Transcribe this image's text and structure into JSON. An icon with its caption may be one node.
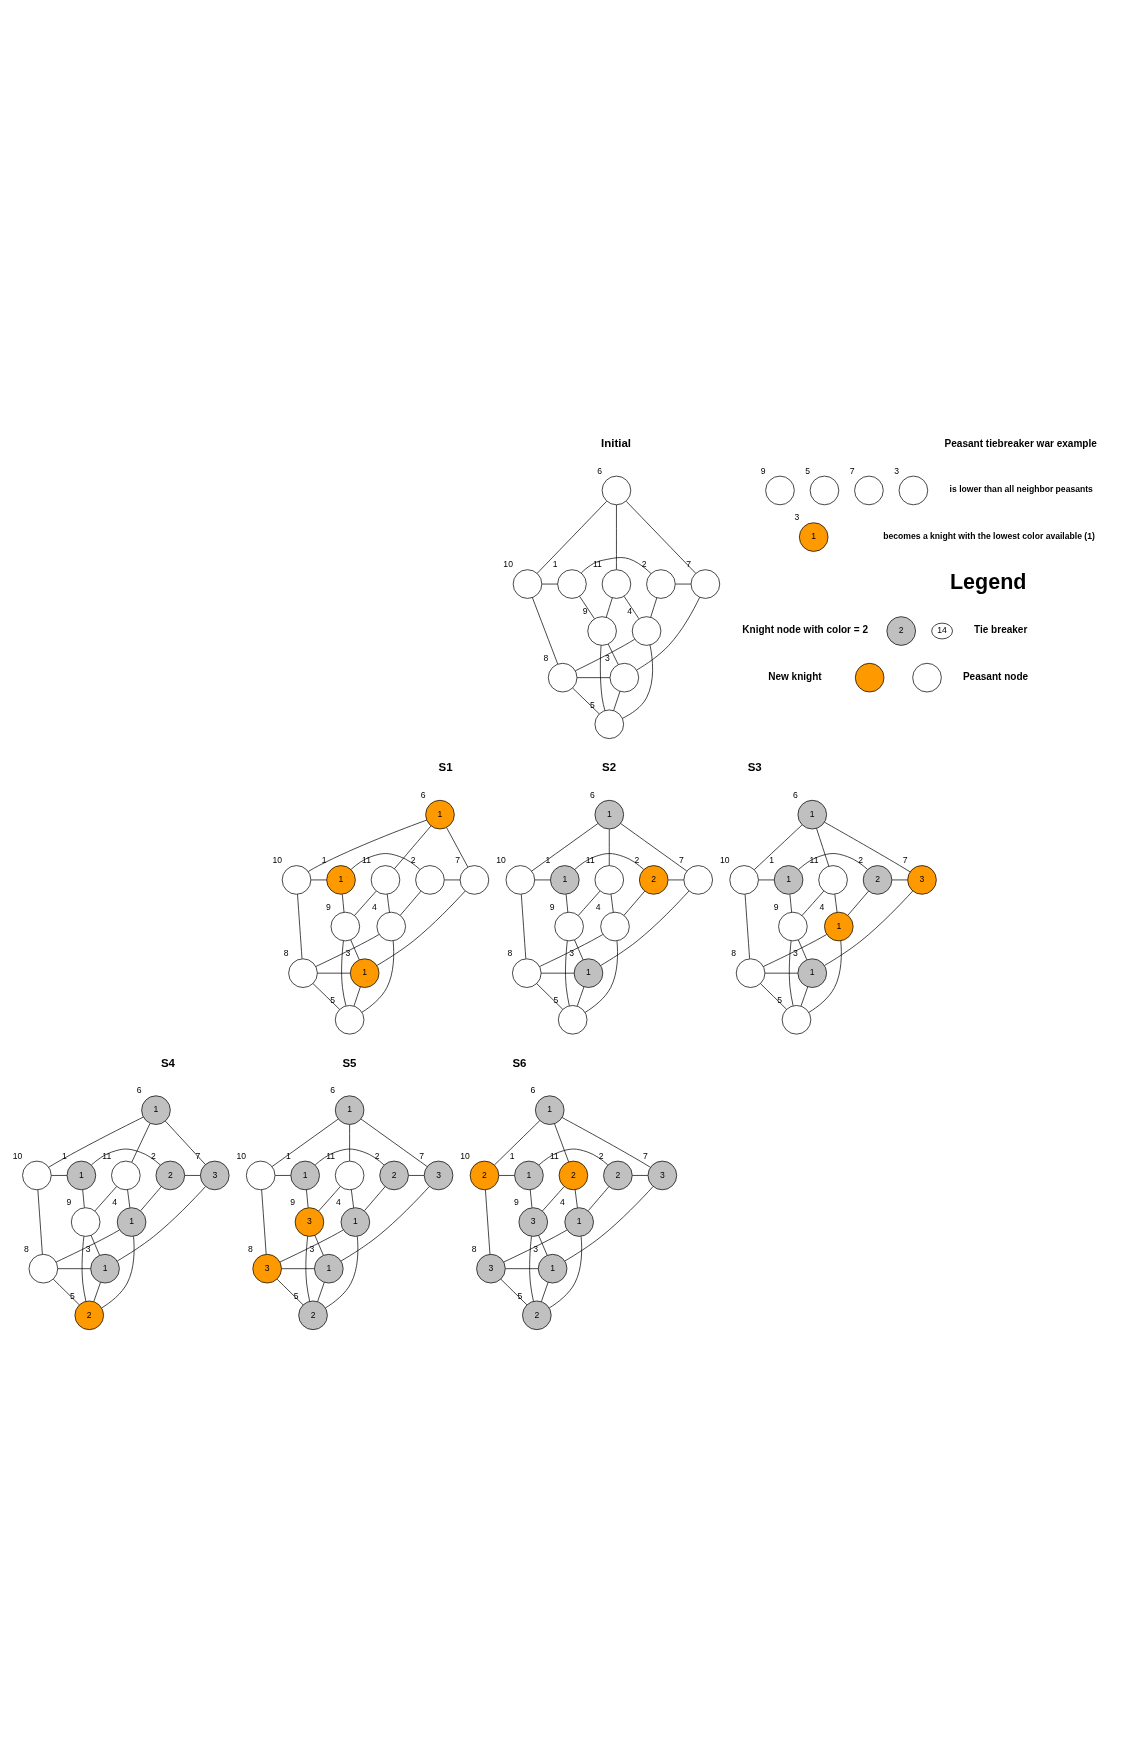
{
  "diagram": {
    "nodes": [
      {
        "text": [],
        "shape": "circle",
        "beside": [
          "6"
        ]
      },
      {
        "text": [],
        "shape": "circle",
        "beside": [
          "11"
        ]
      },
      {
        "text": [],
        "shape": "circle",
        "beside": [
          "10"
        ]
      },
      {
        "text": [],
        "shape": "circle",
        "beside": [
          "1"
        ]
      },
      {
        "text": [],
        "shape": "circle",
        "beside": [
          "2"
        ]
      },
      {
        "text": [],
        "shape": "circle",
        "beside": [
          "7"
        ]
      },
      {
        "text": [],
        "shape": "circle",
        "beside": [
          "4"
        ]
      },
      {
        "text": [],
        "shape": "circle",
        "beside": [
          "9"
        ]
      },
      {
        "text": [],
        "shape": "circle",
        "beside": [
          "8"
        ]
      },
      {
        "text": [],
        "shape": "circle",
        "beside": [
          "3"
        ]
      },
      {
        "text": [],
        "shape": "circle",
        "beside": [
          "5"
        ]
      },
      {
        "text": [],
        "shape": "circle",
        "beside": [
          "3"
        ]
      },
      {
        "text": [],
        "shape": "circle",
        "beside": [
          "7"
        ]
      },
      {
        "text": [],
        "shape": "circle",
        "beside": [
          "5"
        ]
      },
      {
        "text": [],
        "shape": "circle",
        "beside": [
          "9"
        ]
      },
      {
        "text": [
          "1"
        ],
        "beside": [
          "3"
        ]
      },
      {
        "text": [
          "1"
        ],
        "beside": [
          "6"
        ]
      },
      {
        "text": [],
        "shape": "circle",
        "beside": [
          "11"
        ]
      },
      {
        "text": [],
        "shape": "circle",
        "beside": [
          "10"
        ]
      },
      {
        "text": [
          "1"
        ],
        "beside": [
          "1"
        ]
      },
      {
        "text": [],
        "shape": "circle",
        "beside": [
          "2"
        ]
      },
      {
        "text": [],
        "shape": "circle",
        "beside": [
          "7"
        ]
      },
      {
        "text": [],
        "shape": "circle",
        "beside": [
          "4"
        ]
      },
      {
        "text": [],
        "shape": "circle",
        "beside": [
          "9"
        ]
      },
      {
        "text": [],
        "shape": "circle",
        "beside": [
          "8"
        ]
      },
      {
        "text": [
          "1"
        ],
        "beside": [
          "3"
        ]
      },
      {
        "text": [],
        "shape": "circle",
        "beside": [
          "5"
        ]
      },
      {
        "text": [
          "1"
        ],
        "beside": [
          "6"
        ]
      },
      {
        "text": [],
        "shape": "circle",
        "beside": [
          "11"
        ]
      },
      {
        "text": [],
        "shape": "circle",
        "beside": [
          "10"
        ]
      },
      {
        "text": [
          "1"
        ],
        "beside": [
          "1"
        ]
      },
      {
        "text": [
          "2"
        ],
        "beside": [
          "2"
        ]
      },
      {
        "text": [],
        "shape": "circle",
        "beside": [
          "7"
        ]
      },
      {
        "text": [],
        "shape": "circle",
        "beside": [
          "4"
        ]
      },
      {
        "text": [],
        "shape": "circle",
        "beside": [
          "9"
        ]
      },
      {
        "text": [],
        "shape": "circle",
        "beside": [
          "8"
        ]
      },
      {
        "text": [
          "1"
        ],
        "beside": [
          "3"
        ]
      },
      {
        "text": [],
        "shape": "circle",
        "beside": [
          "5"
        ]
      },
      {
        "text": [
          "1"
        ],
        "beside": [
          "6"
        ]
      },
      {
        "text": [],
        "shape": "circle",
        "beside": [
          "11"
        ]
      },
      {
        "text": [],
        "shape": "circle",
        "beside": [
          "10"
        ]
      },
      {
        "text": [
          "1"
        ],
        "beside": [
          "1"
        ]
      },
      {
        "text": [
          "2"
        ],
        "beside": [
          "2"
        ]
      },
      {
        "text": [
          "3"
        ],
        "beside": [
          "7"
        ]
      },
      {
        "text": [
          "1"
        ],
        "beside": [
          "4"
        ]
      },
      {
        "text": [],
        "shape": "circle",
        "beside": [
          "9"
        ]
      },
      {
        "text": [],
        "shape": "circle",
        "beside": [
          "8"
        ]
      },
      {
        "text": [
          "1"
        ],
        "beside": [
          "3"
        ]
      },
      {
        "text": [],
        "shape": "circle",
        "beside": [
          "5"
        ]
      },
      {
        "text": [
          "1"
        ],
        "beside": [
          "6"
        ]
      },
      {
        "text": [],
        "shape": "circle",
        "beside": [
          "11"
        ]
      },
      {
        "text": [],
        "shape": "circle",
        "beside": [
          "10"
        ]
      },
      {
        "text": [
          "1"
        ],
        "beside": [
          "1"
        ]
      },
      {
        "text": [
          "2"
        ],
        "beside": [
          "2"
        ]
      },
      {
        "text": [
          "3"
        ],
        "beside": [
          "7"
        ]
      },
      {
        "text": [
          "1"
        ],
        "beside": [
          "4"
        ]
      },
      {
        "text": [],
        "shape": "circle",
        "beside": [
          "9"
        ]
      },
      {
        "text": [],
        "shape": "circle",
        "beside": [
          "8"
        ]
      },
      {
        "text": [
          "1"
        ],
        "beside": [
          "3"
        ]
      },
      {
        "text": [
          "2"
        ],
        "beside": [
          "5"
        ]
      },
      {
        "text": [
          "1"
        ],
        "beside": [
          "6"
        ]
      },
      {
        "text": [],
        "shape": "circle",
        "beside": [
          "11"
        ]
      },
      {
        "text": [],
        "shape": "circle",
        "beside": [
          "10"
        ]
      },
      {
        "text": [
          "1"
        ],
        "beside": [
          "1"
        ]
      },
      {
        "text": [
          "2"
        ],
        "beside": [
          "2"
        ]
      },
      {
        "text": [
          "3"
        ],
        "beside": [
          "7"
        ]
      },
      {
        "text": [
          "1"
        ],
        "beside": [
          "4"
        ]
      },
      {
        "text": [
          "3"
        ],
        "beside": [
          "9"
        ]
      },
      {
        "text": [
          "3"
        ],
        "beside": [
          "8"
        ]
      },
      {
        "text": [
          "1"
        ],
        "beside": [
          "3"
        ]
      },
      {
        "text": [
          "2"
        ],
        "beside": [
          "5"
        ]
      },
      {
        "text": [
          "1"
        ],
        "beside": [
          "6"
        ]
      },
      {
        "text": [
          "2"
        ],
        "beside": [
          "11"
        ]
      },
      {
        "text": [
          "2"
        ],
        "beside": [
          "10"
        ]
      },
      {
        "text": [
          "1"
        ],
        "beside": [
          "1"
        ]
      },
      {
        "text": [
          "2"
        ],
        "beside": [
          "2"
        ]
      },
      {
        "text": [
          "3"
        ],
        "beside": [
          "7"
        ]
      },
      {
        "text": [
          "1"
        ],
        "beside": [
          "4"
        ]
      },
      {
        "text": [
          "3"
        ],
        "beside": [
          "9"
        ]
      },
      {
        "text": [
          "3"
        ],
        "beside": [
          "8"
        ]
      },
      {
        "text": [
          "1"
        ],
        "beside": [
          "3"
        ]
      },
      {
        "text": [
          "2"
        ],
        "beside": [
          "5"
        ]
      },
      {
        "text": [
          "14"
        ]
      },
      {
        "text": [],
        "shape": "circle"
      },
      {
        "text": [
          "2"
        ]
      },
      {
        "text": [],
        "shape": "circle"
      }
    ],
    "edges": [
      {
        "from": 0,
        "to": 2,
        "arrow": "none"
      },
      {
        "from": 0,
        "to": 1,
        "arrow": "none"
      },
      {
        "from": 0,
        "to": 5,
        "arrow": "none"
      },
      {
        "from": 1,
        "to": 6,
        "arrow": "none"
      },
      {
        "from": 1,
        "to": 7,
        "arrow": "none"
      },
      {
        "from": 2,
        "to": 3,
        "arrow": "none"
      },
      {
        "from": 3,
        "to": 4,
        "arrow": "none"
      },
      {
        "from": 4,
        "to": 5,
        "arrow": "none"
      },
      {
        "from": 3,
        "to": 7,
        "arrow": "none"
      },
      {
        "from": 4,
        "to": 6,
        "arrow": "none"
      },
      {
        "from": 2,
        "to": 8,
        "arrow": "none"
      },
      {
        "from": 5,
        "to": 9,
        "arrow": "none"
      },
      {
        "from": 6,
        "to": 8,
        "arrow": "none"
      },
      {
        "from": 6,
        "to": 10,
        "arrow": "none"
      },
      {
        "from": 7,
        "to": 10,
        "arrow": "none"
      },
      {
        "from": 7,
        "to": 9,
        "arrow": "none"
      },
      {
        "from": 8,
        "to": 9,
        "arrow": "none"
      },
      {
        "from": 8,
        "to": 10,
        "arrow": "none"
      },
      {
        "from": 9,
        "to": 10,
        "arrow": "none"
      },
      {
        "from": 16,
        "to": 18,
        "arrow": "none"
      },
      {
        "from": 16,
        "to": 17,
        "arrow": "none"
      },
      {
        "from": 16,
        "to": 21,
        "arrow": "none"
      },
      {
        "from": 17,
        "to": 22,
        "arrow": "none"
      },
      {
        "from": 17,
        "to": 23,
        "arrow": "none"
      },
      {
        "from": 18,
        "to": 19,
        "arrow": "none"
      },
      {
        "from": 19,
        "to": 20,
        "arrow": "none"
      },
      {
        "from": 20,
        "to": 21,
        "arrow": "none"
      },
      {
        "from": 19,
        "to": 23,
        "arrow": "none"
      },
      {
        "from": 20,
        "to": 22,
        "arrow": "none"
      },
      {
        "from": 18,
        "to": 24,
        "arrow": "none"
      },
      {
        "from": 21,
        "to": 25,
        "arrow": "none"
      },
      {
        "from": 22,
        "to": 24,
        "arrow": "none"
      },
      {
        "from": 22,
        "to": 26,
        "arrow": "none"
      },
      {
        "from": 23,
        "to": 26,
        "arrow": "none"
      },
      {
        "from": 23,
        "to": 25,
        "arrow": "none"
      },
      {
        "from": 24,
        "to": 25,
        "arrow": "none"
      },
      {
        "from": 24,
        "to": 26,
        "arrow": "none"
      },
      {
        "from": 25,
        "to": 26,
        "arrow": "none"
      },
      {
        "from": 27,
        "to": 29,
        "arrow": "none"
      },
      {
        "from": 27,
        "to": 28,
        "arrow": "none"
      },
      {
        "from": 27,
        "to": 32,
        "arrow": "none"
      },
      {
        "from": 28,
        "to": 33,
        "arrow": "none"
      },
      {
        "from": 28,
        "to": 34,
        "arrow": "none"
      },
      {
        "from": 29,
        "to": 30,
        "arrow": "none"
      },
      {
        "from": 30,
        "to": 31,
        "arrow": "none"
      },
      {
        "from": 31,
        "to": 32,
        "arrow": "none"
      },
      {
        "from": 30,
        "to": 34,
        "arrow": "none"
      },
      {
        "from": 31,
        "to": 33,
        "arrow": "none"
      },
      {
        "from": 29,
        "to": 35,
        "arrow": "none"
      },
      {
        "from": 32,
        "to": 36,
        "arrow": "none"
      },
      {
        "from": 33,
        "to": 35,
        "arrow": "none"
      },
      {
        "from": 33,
        "to": 37,
        "arrow": "none"
      },
      {
        "from": 34,
        "to": 37,
        "arrow": "none"
      },
      {
        "from": 34,
        "to": 36,
        "arrow": "none"
      },
      {
        "from": 35,
        "to": 36,
        "arrow": "none"
      },
      {
        "from": 35,
        "to": 37,
        "arrow": "none"
      },
      {
        "from": 36,
        "to": 37,
        "arrow": "none"
      },
      {
        "from": 38,
        "to": 40,
        "arrow": "none"
      },
      {
        "from": 38,
        "to": 39,
        "arrow": "none"
      },
      {
        "from": 38,
        "to": 43,
        "arrow": "none"
      },
      {
        "from": 39,
        "to": 44,
        "arrow": "none"
      },
      {
        "from": 39,
        "to": 45,
        "arrow": "none"
      },
      {
        "from": 40,
        "to": 41,
        "arrow": "none"
      },
      {
        "from": 41,
        "to": 42,
        "arrow": "none"
      },
      {
        "from": 42,
        "to": 43,
        "arrow": "none"
      },
      {
        "from": 41,
        "to": 45,
        "arrow": "none"
      },
      {
        "from": 42,
        "to": 44,
        "arrow": "none"
      },
      {
        "from": 40,
        "to": 46,
        "arrow": "none"
      },
      {
        "from": 43,
        "to": 47,
        "arrow": "none"
      },
      {
        "from": 44,
        "to": 46,
        "arrow": "none"
      },
      {
        "from": 44,
        "to": 48,
        "arrow": "none"
      },
      {
        "from": 45,
        "to": 48,
        "arrow": "none"
      },
      {
        "from": 45,
        "to": 47,
        "arrow": "none"
      },
      {
        "from": 46,
        "to": 47,
        "arrow": "none"
      },
      {
        "from": 46,
        "to": 48,
        "arrow": "none"
      },
      {
        "from": 47,
        "to": 48,
        "arrow": "none"
      },
      {
        "from": 49,
        "to": 51,
        "arrow": "none"
      },
      {
        "from": 49,
        "to": 50,
        "arrow": "none"
      },
      {
        "from": 49,
        "to": 54,
        "arrow": "none"
      },
      {
        "from": 50,
        "to": 55,
        "arrow": "none"
      },
      {
        "from": 50,
        "to": 56,
        "arrow": "none"
      },
      {
        "from": 51,
        "to": 52,
        "arrow": "none"
      },
      {
        "from": 52,
        "to": 53,
        "arrow": "none"
      },
      {
        "from": 53,
        "to": 54,
        "arrow": "none"
      },
      {
        "from": 52,
        "to": 56,
        "arrow": "none"
      },
      {
        "from": 53,
        "to": 55,
        "arrow": "none"
      },
      {
        "from": 51,
        "to": 57,
        "arrow": "none"
      },
      {
        "from": 54,
        "to": 58,
        "arrow": "none"
      },
      {
        "from": 55,
        "to": 57,
        "arrow": "none"
      },
      {
        "from": 55,
        "to": 59,
        "arrow": "none"
      },
      {
        "from": 56,
        "to": 59,
        "arrow": "none"
      },
      {
        "from": 56,
        "to": 58,
        "arrow": "none"
      },
      {
        "from": 57,
        "to": 58,
        "arrow": "none"
      },
      {
        "from": 57,
        "to": 59,
        "arrow": "none"
      },
      {
        "from": 58,
        "to": 59,
        "arrow": "none"
      },
      {
        "from": 60,
        "to": 62,
        "arrow": "none"
      },
      {
        "from": 60,
        "to": 61,
        "arrow": "none"
      },
      {
        "from": 60,
        "to": 65,
        "arrow": "none"
      },
      {
        "from": 61,
        "to": 66,
        "arrow": "none"
      },
      {
        "from": 61,
        "to": 67,
        "arrow": "none"
      },
      {
        "from": 62,
        "to": 63,
        "arrow": "none"
      },
      {
        "from": 63,
        "to": 64,
        "arrow": "none"
      },
      {
        "from": 64,
        "to": 65,
        "arrow": "none"
      },
      {
        "from": 63,
        "to": 67,
        "arrow": "none"
      },
      {
        "from": 64,
        "to": 66,
        "arrow": "none"
      },
      {
        "from": 62,
        "to": 68,
        "arrow": "none"
      },
      {
        "from": 65,
        "to": 69,
        "arrow": "none"
      },
      {
        "from": 66,
        "to": 68,
        "arrow": "none"
      },
      {
        "from": 66,
        "to": 70,
        "arrow": "none"
      },
      {
        "from": 67,
        "to": 70,
        "arrow": "none"
      },
      {
        "from": 67,
        "to": 69,
        "arrow": "none"
      },
      {
        "from": 68,
        "to": 69,
        "arrow": "none"
      },
      {
        "from": 68,
        "to": 70,
        "arrow": "none"
      },
      {
        "from": 69,
        "to": 70,
        "arrow": "none"
      },
      {
        "from": 71,
        "to": 73,
        "arrow": "none"
      },
      {
        "from": 71,
        "to": 72,
        "arrow": "none"
      },
      {
        "from": 71,
        "to": 76,
        "arrow": "none"
      },
      {
        "from": 72,
        "to": 77,
        "arrow": "none"
      },
      {
        "from": 72,
        "to": 78,
        "arrow": "none"
      },
      {
        "from": 73,
        "to": 74,
        "arrow": "none"
      },
      {
        "from": 74,
        "to": 75,
        "arrow": "none"
      },
      {
        "from": 75,
        "to": 76,
        "arrow": "none"
      },
      {
        "from": 74,
        "to": 78,
        "arrow": "none"
      },
      {
        "from": 75,
        "to": 77,
        "arrow": "none"
      },
      {
        "from": 73,
        "to": 79,
        "arrow": "none"
      },
      {
        "from": 76,
        "to": 80,
        "arrow": "none"
      },
      {
        "from": 77,
        "to": 79,
        "arrow": "none"
      },
      {
        "from": 77,
        "to": 81,
        "arrow": "none"
      },
      {
        "from": 78,
        "to": 81,
        "arrow": "none"
      },
      {
        "from": 78,
        "to": 80,
        "arrow": "none"
      },
      {
        "from": 79,
        "to": 80,
        "arrow": "none"
      },
      {
        "from": 79,
        "to": 81,
        "arrow": "none"
      },
      {
        "from": 80,
        "to": 81,
        "arrow": "none"
      }
    ],
    "labels": [
      "Initial",
      "Peasant tiebreaker war example",
      "is lower than all neighbor peasants",
      "becomes a knight with the lowest color available (1)",
      "Legend",
      "S1",
      "S2",
      "S3",
      "S4",
      "S5",
      "S6"
    ],
    "legend": [
      {
        "text": "Tie breaker"
      },
      {
        "text": "Peasant node"
      },
      {
        "text": "Knight node with color = 2",
        "color": "#c0c0c0"
      },
      {
        "text": "New knight",
        "color": "#ff9900"
      }
    ]
  }
}
